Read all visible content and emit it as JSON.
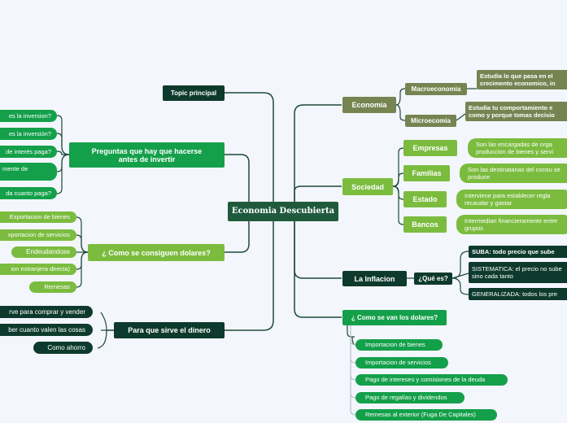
{
  "center": "Economia Descubierta",
  "topic_principal": "Topic principal",
  "economia": {
    "label": "Economia",
    "children": [
      {
        "label": "Macroeconomia",
        "desc": "Estudia lo que pasa en el crecimento economico, in"
      },
      {
        "label": "Microecomia",
        "desc": "Estudia tu comportamiento e como y porque tomas decisio"
      }
    ]
  },
  "sociedad": {
    "label": "Sociedad",
    "children": [
      {
        "label": "Empresas",
        "desc": "Son las encargadas de orga produccion de bienes y servi"
      },
      {
        "label": "Familias",
        "desc": "Son las destinatarias del consu se produce"
      },
      {
        "label": "Estado",
        "desc": "Interviene para establecer regla recaudar y gastar"
      },
      {
        "label": "Bancos",
        "desc": "Intermedian financieramente entre grupos"
      }
    ]
  },
  "inflacion": {
    "label": "La Inflacion",
    "question": "¿Qué es?",
    "answers": [
      "SUBA: todo precio que sube",
      "SISTEMATICA: el precio no sube sino cada tanto",
      "GENERALIZADA: todos los pre"
    ]
  },
  "se_van": {
    "label": "¿ Como se van los dolares?",
    "items": [
      "Importacion de bienes",
      "Importacion de servicios",
      "Pago de intereses y comisiones de la deuda",
      "Pago de regalías y dividendos",
      "Remesas al exterior (Fuga De Capitales)"
    ]
  },
  "preguntas": {
    "label": "Preguntas que hay que hacerse antes de invertir",
    "items": [
      "es la inversion?",
      "es la inversión?",
      "de interés paga?",
      "mente de",
      "da cuanto paga?"
    ]
  },
  "consiguen": {
    "label": "¿ Como se consiguen dolares?",
    "items": [
      "Exportacion de bienes",
      "xportacion de servicios",
      "Endeudandose",
      "ion extranjera directa)",
      "Remesas"
    ]
  },
  "para_que": {
    "label": "Para que sirve el dinero",
    "items": [
      "rve para comprar y vender",
      "ber cuanto valen las cosas",
      "Como ahorro"
    ]
  },
  "colors": {
    "background": "#f4f6fd",
    "center": "#1f5a3c",
    "dark": "#0d3a2c",
    "olive": "#758451",
    "light_green": "#7bbc3f",
    "green": "#14a04a",
    "edge": "#1d4a3a"
  }
}
